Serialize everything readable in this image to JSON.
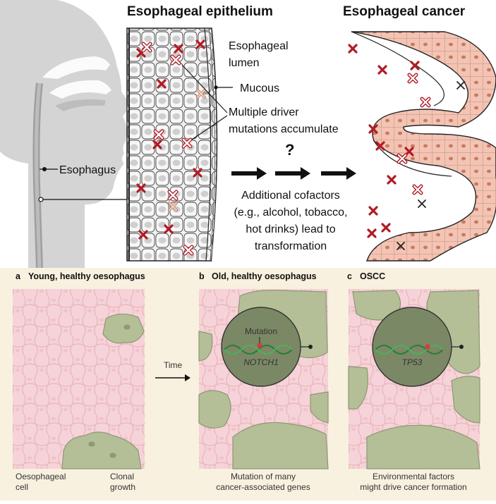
{
  "top": {
    "title_epithelium": "Esophageal epithelium",
    "title_cancer": "Esophageal cancer",
    "label_lumen_1": "Esophageal",
    "label_lumen_2": "lumen",
    "label_mucous": "Mucous",
    "label_driver_1": "Multiple driver",
    "label_driver_2": "mutations accumulate",
    "question_mark": "?",
    "label_esophagus": "Esophagus",
    "cofactors_1": "Additional cofactors",
    "cofactors_2": "(e.g., alcohol, tobacco,",
    "cofactors_3": "hot drinks) lead to",
    "cofactors_4": "transformation"
  },
  "bottom": {
    "panel_a_letter": "a",
    "panel_a_title": "Young, healthy oesophagus",
    "panel_b_letter": "b",
    "panel_b_title": "Old, healthy oesophagus",
    "panel_c_letter": "c",
    "panel_c_title": "OSCC",
    "time_label": "Time",
    "oesophageal_cell_1": "Oesophageal",
    "oesophageal_cell_2": "cell",
    "clonal_growth_1": "Clonal",
    "clonal_growth_2": "growth",
    "mutation_label": "Mutation",
    "gene_b": "NOTCH1",
    "gene_c": "TP53",
    "caption_b_1": "Mutation of many",
    "caption_b_2": "cancer-associated genes",
    "caption_c_1": "Environmental factors",
    "caption_c_2": "might drive cancer formation"
  },
  "colors": {
    "panel_bg": "#f8f1df",
    "healthy_tissue": "#f6d3d8",
    "mutant_clone": "#b4bf97",
    "nucleus_magnifier": "#7b8866",
    "mutation_mark": "#b21a24",
    "head_silhouette": "#d4d4d4"
  }
}
